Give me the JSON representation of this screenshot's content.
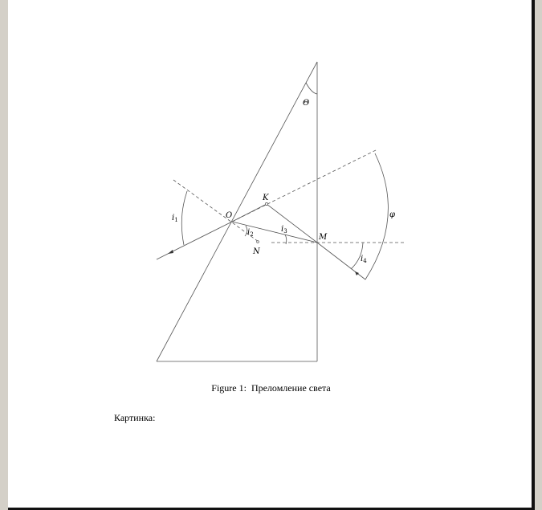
{
  "diagram": {
    "labels": {
      "theta": "Θ",
      "O": "O",
      "K": "K",
      "M": "M",
      "N": "N",
      "phi": "φ",
      "i1": "i",
      "i1_sub": "1",
      "i2": "i",
      "i2_sub": "2",
      "i3": "i",
      "i3_sub": "3",
      "i4": "i",
      "i4_sub": "4"
    }
  },
  "caption": {
    "prefix": "Figure 1:",
    "text": "Преломление света"
  },
  "body": {
    "text": "Картинка:"
  }
}
